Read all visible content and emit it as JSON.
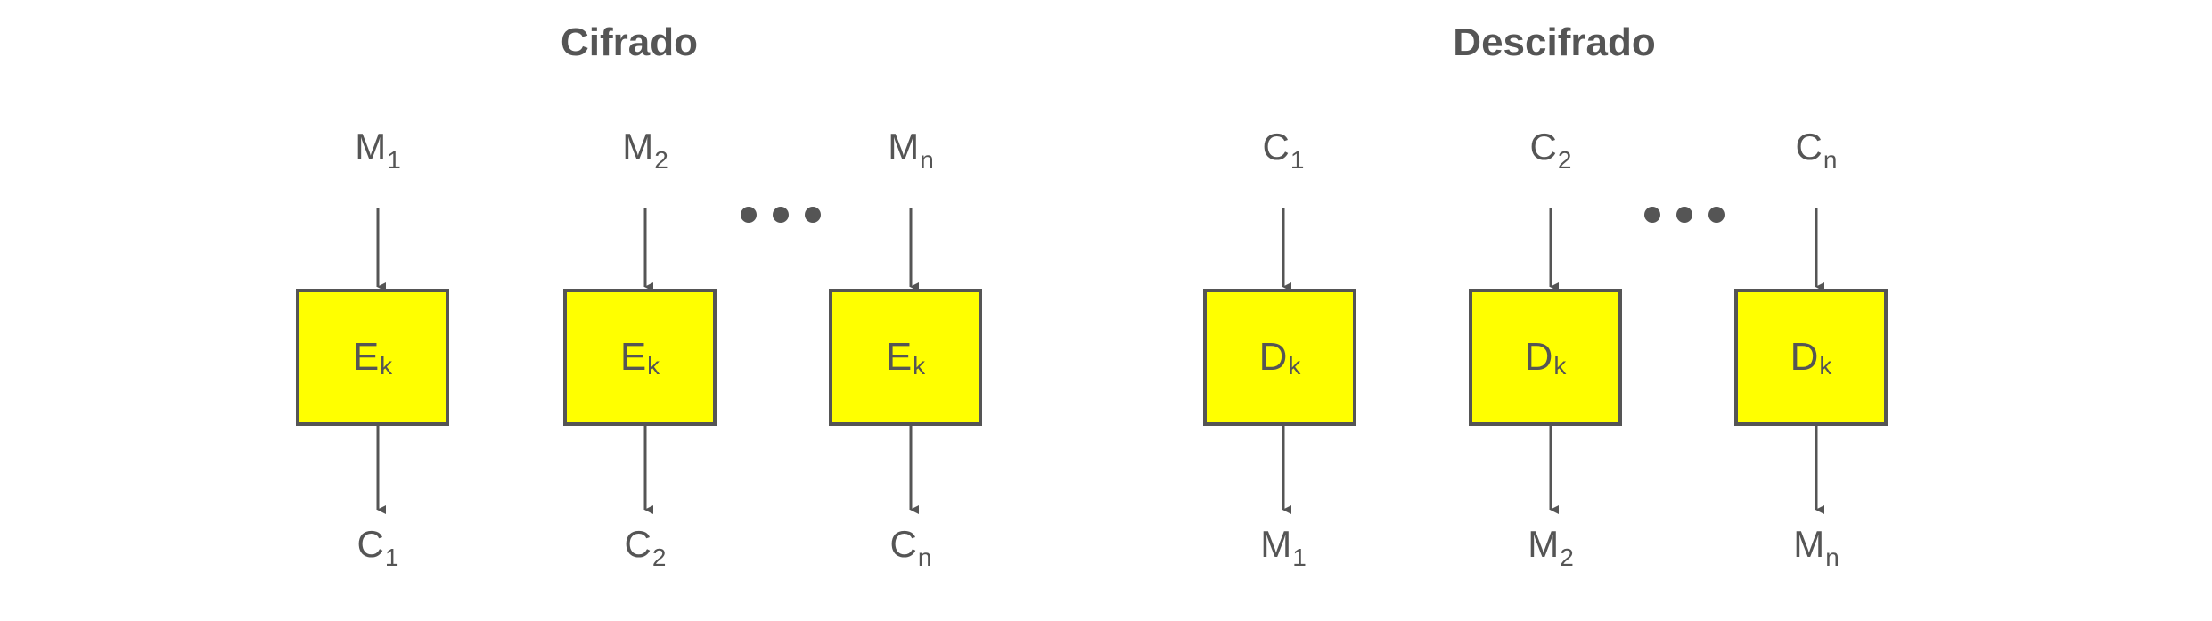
{
  "sections": {
    "encrypt": {
      "title": "Cifrado",
      "inputs": [
        {
          "base": "M",
          "sub": "1"
        },
        {
          "base": "M",
          "sub": "2"
        },
        {
          "base": "M",
          "sub": "n"
        }
      ],
      "boxes": [
        {
          "base": "E",
          "sub": "k"
        },
        {
          "base": "E",
          "sub": "k"
        },
        {
          "base": "E",
          "sub": "k"
        }
      ],
      "outputs": [
        {
          "base": "C",
          "sub": "1"
        },
        {
          "base": "C",
          "sub": "2"
        },
        {
          "base": "C",
          "sub": "n"
        }
      ]
    },
    "decrypt": {
      "title": "Descifrado",
      "inputs": [
        {
          "base": "C",
          "sub": "1"
        },
        {
          "base": "C",
          "sub": "2"
        },
        {
          "base": "C",
          "sub": "n"
        }
      ],
      "boxes": [
        {
          "base": "D",
          "sub": "k"
        },
        {
          "base": "D",
          "sub": "k"
        },
        {
          "base": "D",
          "sub": "k"
        }
      ],
      "outputs": [
        {
          "base": "M",
          "sub": "1"
        },
        {
          "base": "M",
          "sub": "2"
        },
        {
          "base": "M",
          "sub": "n"
        }
      ]
    }
  },
  "colors": {
    "box_fill": "#ffff00",
    "stroke": "#555555",
    "text": "#555555"
  }
}
